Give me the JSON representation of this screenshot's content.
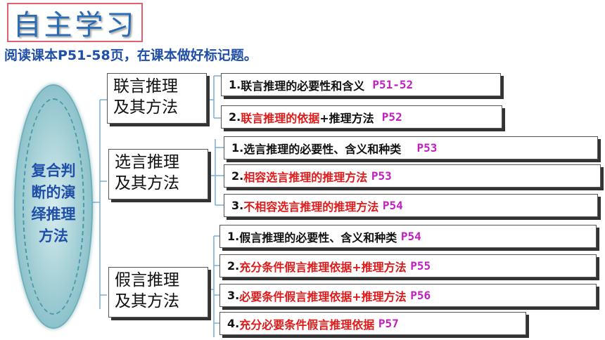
{
  "header": {
    "title": "自主学习",
    "subtitle": "阅读课本P51-58页，在课本做好标记题。"
  },
  "center": {
    "line1": "复合判",
    "line2": "断的演",
    "line3": "绎推理",
    "line4": "方法"
  },
  "categories": [
    {
      "line1": "联言推理",
      "line2": "及其方法"
    },
    {
      "line1": "选言推理",
      "line2": "及其方法"
    },
    {
      "line1": "假言推理",
      "line2": "及其方法"
    }
  ],
  "items": [
    {
      "num": "1.",
      "black": "联言推理的必要性和含义",
      "red": "",
      "black2": "",
      "page": "P51-52"
    },
    {
      "num": "2.",
      "black": "",
      "red": "联言推理的依据",
      "black2": "+推理方法",
      "page": "P52"
    },
    {
      "num": "1.",
      "black": "选言推理的必要性、含义和种类",
      "red": "",
      "black2": "",
      "page": "P53"
    },
    {
      "num": "2.",
      "black": "",
      "red": "相容选言推理的推理方法",
      "black2": "",
      "page": "P53"
    },
    {
      "num": "3.",
      "black": "",
      "red": "不相容选言推理的推理方法",
      "black2": "",
      "page": "P54"
    },
    {
      "num": "1.",
      "black": "假言推理的必要性、含义和种类",
      "red": "",
      "black2": "",
      "page": "P54"
    },
    {
      "num": "2.",
      "black": "",
      "red": "充分条件假言推理依据+推理方法",
      "black2": "",
      "page": "P55"
    },
    {
      "num": "3.",
      "black": "",
      "red": "必要条件假言推理依据+推理方法",
      "black2": "",
      "page": "P56"
    },
    {
      "num": "4.",
      "black": "",
      "red": "充分必要条件假言推理依据",
      "black2": "",
      "page": "P57"
    }
  ],
  "colors": {
    "title": "#2a6db5",
    "subtitle": "#1f4fa8",
    "red": "#e01919",
    "page": "#c21fc0",
    "bracket": "#7aaed6"
  }
}
